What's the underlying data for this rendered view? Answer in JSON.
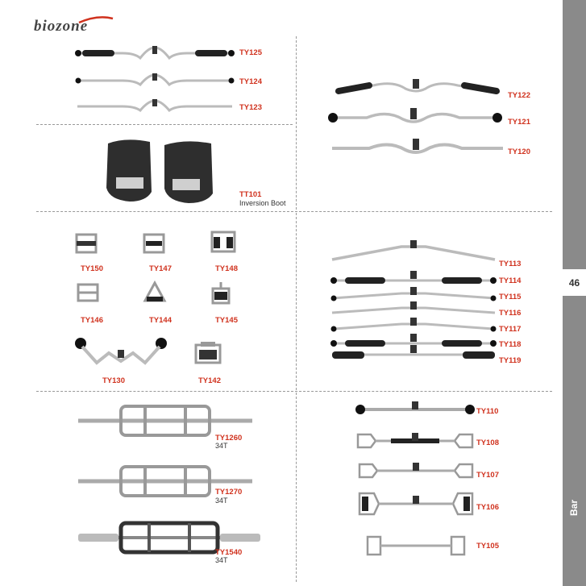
{
  "brand": {
    "logo_text": "biozone",
    "accent": "#d0321e"
  },
  "page": {
    "number": "46",
    "section": "Bar",
    "sidebar_color": "#8a8a8a"
  },
  "products": {
    "ty125": "TY125",
    "ty124": "TY124",
    "ty123": "TY123",
    "ty122": "TY122",
    "ty121": "TY121",
    "ty120": "TY120",
    "tt101": "TT101",
    "tt101_desc": "Inversion Boot",
    "ty150": "TY150",
    "ty147": "TY147",
    "ty148": "TY148",
    "ty146": "TY146",
    "ty144": "TY144",
    "ty145": "TY145",
    "ty130": "TY130",
    "ty142": "TY142",
    "ty113": "TY113",
    "ty114": "TY114",
    "ty115": "TY115",
    "ty116": "TY116",
    "ty117": "TY117",
    "ty118": "TY118",
    "ty119": "TY119",
    "ty1260": "TY1260",
    "ty1260_sub": "34T",
    "ty1270": "TY1270",
    "ty1270_sub": "34T",
    "ty1540": "TY1540",
    "ty1540_sub": "34T",
    "ty110": "TY110",
    "ty108": "TY108",
    "ty107": "TY107",
    "ty106": "TY106",
    "ty105": "TY105"
  }
}
